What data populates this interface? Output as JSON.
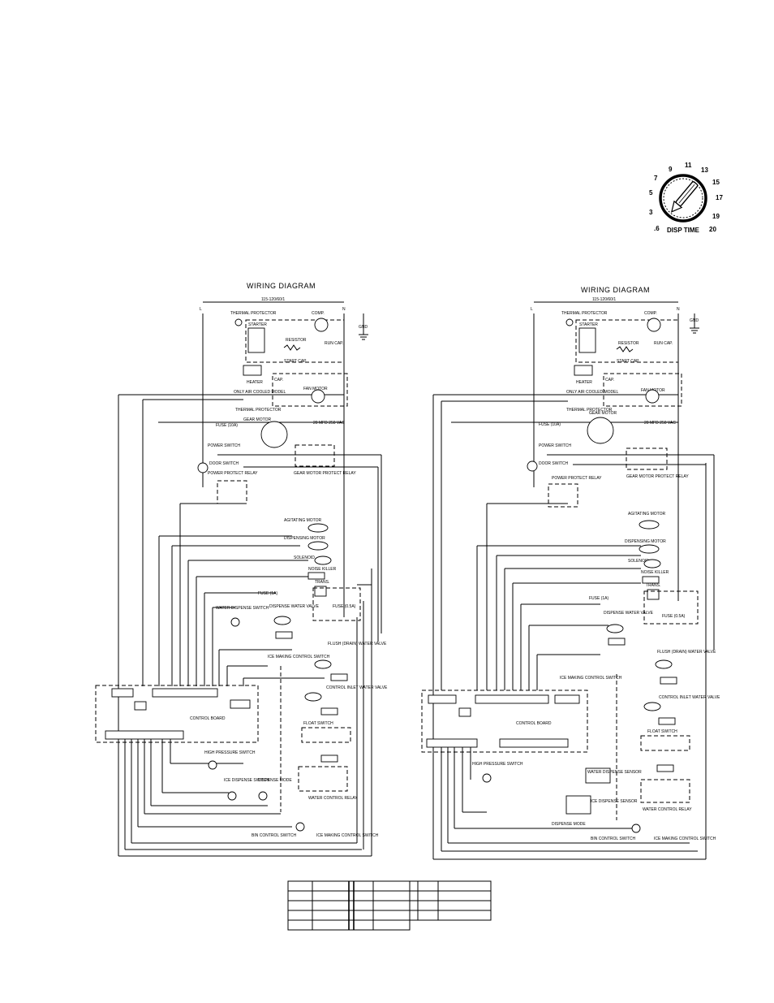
{
  "dial": {
    "ticks": [
      "9",
      "11",
      "13",
      "7",
      "15",
      "5",
      "17",
      "3",
      "19",
      ".6",
      "20"
    ],
    "label": "DISP TIME"
  },
  "diagrams": [
    {
      "title": "WIRING DIAGRAM",
      "supply": "115-120/60/1",
      "components": {
        "thermal_protector_top": "THERMAL PROTECTOR",
        "comp": "COMP.",
        "starter": "STARTER",
        "resistor": "RESISTOR",
        "run_cap": "RUN CAP.",
        "start_cap": "START CAP.",
        "heater": "HEATER",
        "cap": "CAP.",
        "fan_motor": "FAN MOTOR",
        "air_cooled_note": "ONLY AIR COOLED MODEL",
        "thermal_protector_gear": "THERMAL PROTECTOR",
        "gear_motor": "GEAR MOTOR",
        "cap_rating": "20 MFD 250 VAC",
        "fuse_main": "FUSE (10A)",
        "power_switch": "POWER SWITCH",
        "door_switch": "DOOR SWITCH",
        "power_protect_relay": "POWER PROTECT RELAY",
        "gear_motor_protect_relay": "GEAR MOTOR PROTECT RELAY",
        "agitating_motor": "AGITATING MOTOR",
        "dispensing_motor": "DISPENSING MOTOR",
        "solenoid": "SOLENOID",
        "noise_killer": "NOISE KILLER",
        "trans": "TRANS.",
        "fuse_1a": "FUSE (1A)",
        "fuse_0_5a": "FUSE (0.5A)",
        "water_dispense_switch": "WATER DISPENSE SWITCH",
        "dispense_water_valve": "DISPENSE WATER VALVE",
        "ice_making_control_switch": "ICE MAKING CONTROL SWITCH",
        "flush_drain_water_valve": "FLUSH (DRAIN) WATER VALVE",
        "control_inlet_water_valve": "CONTROL INLET WATER VALVE",
        "float_switch": "FLOAT SWITCH",
        "water_control_relay": "WATER CONTROL RELAY",
        "control_board": "CONTROL BOARD",
        "high_pressure_switch": "HIGH PRESSURE SWITCH",
        "ice_dispense_switch": "ICE DISPENSE SWITCH",
        "dispense_mode": "DISPENSE MODE",
        "bin_control_switch": "BIN CONTROL SWITCH",
        "ice_making_control_switch_2": "ICE MAKING CONTROL SWITCH"
      },
      "gnd": "GND"
    },
    {
      "title": "WIRING DIAGRAM",
      "supply": "115-120/60/1",
      "components": {
        "thermal_protector_top": "THERMAL PROTECTOR",
        "comp": "COMP.",
        "starter": "STARTER",
        "resistor": "RESISTOR",
        "run_cap": "RUN CAP.",
        "start_cap": "START CAP.",
        "heater": "HEATER",
        "cap": "CAP.",
        "fan_motor": "FAN MOTOR",
        "air_cooled_note": "ONLY AIR COOLED MODEL",
        "thermal_protector_gear": "THERMAL PROTECTOR",
        "gear_motor": "GEAR MOTOR",
        "cap_rating": "20 MFD 250 VAC",
        "fuse_main": "FUSE (10A)",
        "power_switch": "POWER SWITCH",
        "door_switch": "DOOR SWITCH",
        "power_protect_relay": "POWER PROTECT RELAY",
        "gear_motor_protect_relay": "GEAR MOTOR PROTECT RELAY",
        "agitating_motor": "AGITATING MOTOR",
        "dispensing_motor": "DISPENSING MOTOR",
        "solenoid": "SOLENOID",
        "noise_killer": "NOISE KILLER",
        "trans": "TRANS.",
        "fuse_1a": "FUSE (1A)",
        "fuse_0_5a": "FUSE (0.5A)",
        "dispense_water_valve": "DISPENSE WATER VALVE",
        "ice_making_control_switch": "ICE MAKING CONTROL SWITCH",
        "flush_drain_water_valve": "FLUSH (DRAIN) WATER VALVE",
        "control_inlet_water_valve": "CONTROL INLET WATER VALVE",
        "float_switch": "FLOAT SWITCH",
        "water_control_relay": "WATER CONTROL RELAY",
        "control_board": "CONTROL BOARD",
        "high_pressure_switch": "HIGH PRESSURE SWITCH",
        "water_dispense_sensor": "WATER DISPENSE SENSOR",
        "ice_dispense_sensor": "ICE DISPENSE SENSOR",
        "dispense_mode": "DISPENSE MODE",
        "bin_control_switch": "BIN CONTROL SWITCH",
        "ice_making_control_switch_2": "ICE MAKING CONTROL SWITCH"
      },
      "gnd": "GND"
    }
  ],
  "legend_table": {
    "rows": 5,
    "columns": 6
  }
}
